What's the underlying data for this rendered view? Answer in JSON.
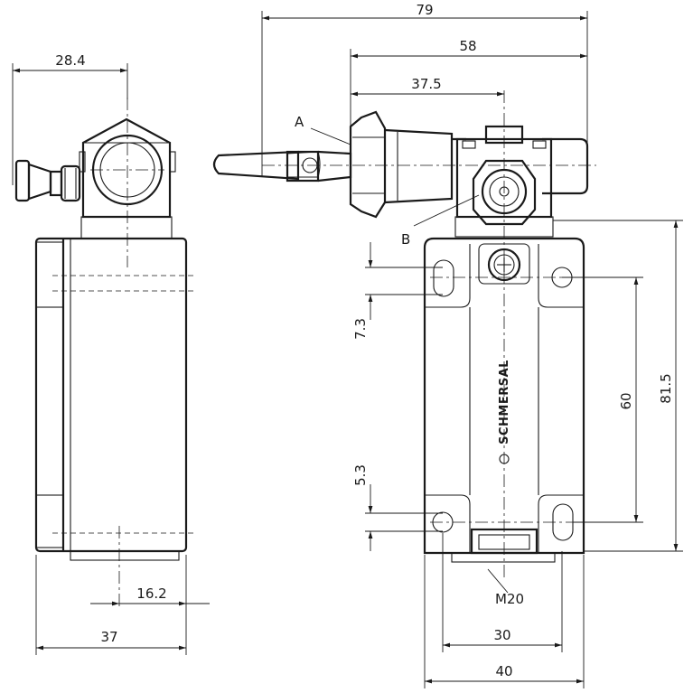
{
  "dimensions": {
    "d79": "79",
    "d58": "58",
    "d37_5": "37.5",
    "d28_4": "28.4",
    "d7_3": "7.3",
    "d5_3": "5.3",
    "d60": "60",
    "d81_5": "81.5",
    "d16_2": "16.2",
    "d37": "37",
    "d30": "30",
    "d40": "40"
  },
  "labels": {
    "a": "A",
    "b": "B",
    "thread": "M20",
    "brand": "SCHMERSAL"
  }
}
